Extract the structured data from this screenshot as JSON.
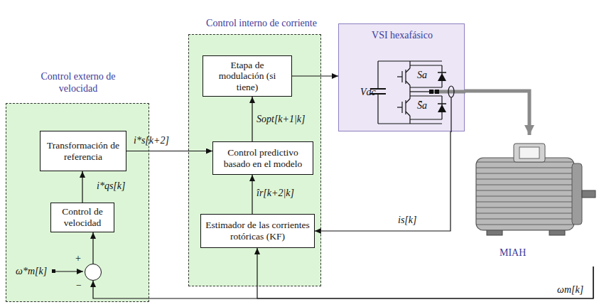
{
  "diagram": {
    "nodes": [
      {
        "text": [
          "Control externo de velocidad"
        ]
      },
      {
        "text": [
          "Transformación de referencia"
        ],
        "in": 0
      },
      {
        "text": [
          "Control de velocidad"
        ],
        "in": 0
      },
      {
        "text": [
          "+",
          "−"
        ],
        "in": 0
      },
      {
        "text": [
          "Control interno de corriente"
        ]
      },
      {
        "text": [
          "Etapa de modulación (si tiene)"
        ],
        "in": 4
      },
      {
        "text": [
          "Control predictivo basado en el modelo"
        ],
        "in": 4
      },
      {
        "text": [
          "Estimador de las corrientes rotóricas (KF)"
        ],
        "in": 4
      },
      {
        "text": [
          "VSI hexafásico"
        ]
      },
      {
        "text": [
          "MIAH"
        ]
      }
    ],
    "edges": [
      {
        "from": 3,
        "to": 2,
        "arrow": "to"
      },
      {
        "from": 2,
        "to": 1,
        "label": "i*qs[k]",
        "arrow": "to"
      },
      {
        "from": 1,
        "to": 6,
        "label": "i*s[k+2]",
        "arrow": "to"
      },
      {
        "from": 6,
        "to": 5,
        "label": "Sopt[k+1|k]",
        "arrow": "to"
      },
      {
        "from": 7,
        "to": 6,
        "label": "îr[k+2|k]",
        "arrow": "to"
      },
      {
        "from": 5,
        "to": 8,
        "arrow": "to"
      },
      {
        "from": 8,
        "to": 9,
        "arrow": "to"
      },
      {
        "from": 8,
        "to": 7,
        "label": "is[k]",
        "arrow": "to"
      },
      {
        "from": 9,
        "to": 3,
        "label": "ωm[k]",
        "arrow": "to"
      },
      {
        "from": 9,
        "to": 7,
        "arrow": "to"
      }
    ],
    "labels": [
      "ω*m[k]",
      "Vdc",
      "Sa",
      "S̄a"
    ]
  }
}
